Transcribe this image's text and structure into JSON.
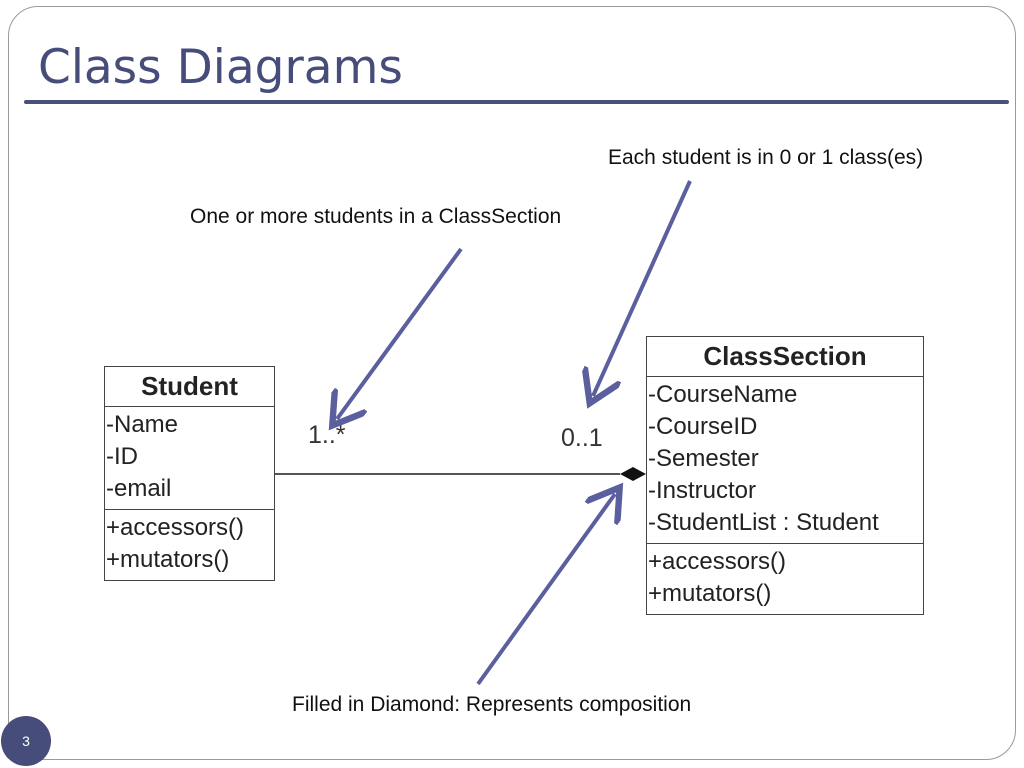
{
  "slide": {
    "title": "Class Diagrams",
    "page_number": "3"
  },
  "annotations": {
    "multiplicity_note": "Each student is in 0 or 1 class(es)",
    "students_note": "One or more students in a ClassSection",
    "composition_note": "Filled in Diamond:  Represents composition"
  },
  "student_class": {
    "name": "Student",
    "attributes": [
      "-Name",
      "-ID",
      "-email"
    ],
    "operations": [
      "+accessors()",
      "+mutators()"
    ]
  },
  "classsection_class": {
    "name": "ClassSection",
    "attributes": [
      "-CourseName",
      "-CourseID",
      "-Semester",
      "-Instructor",
      "-StudentList : Student"
    ],
    "operations": [
      "+accessors()",
      "+mutators()"
    ]
  },
  "association": {
    "student_multiplicity": "1..*",
    "classsection_multiplicity": "0..1",
    "type": "composition"
  },
  "colors": {
    "accent": "#474d7a",
    "arrow": "#5b5f9e"
  }
}
